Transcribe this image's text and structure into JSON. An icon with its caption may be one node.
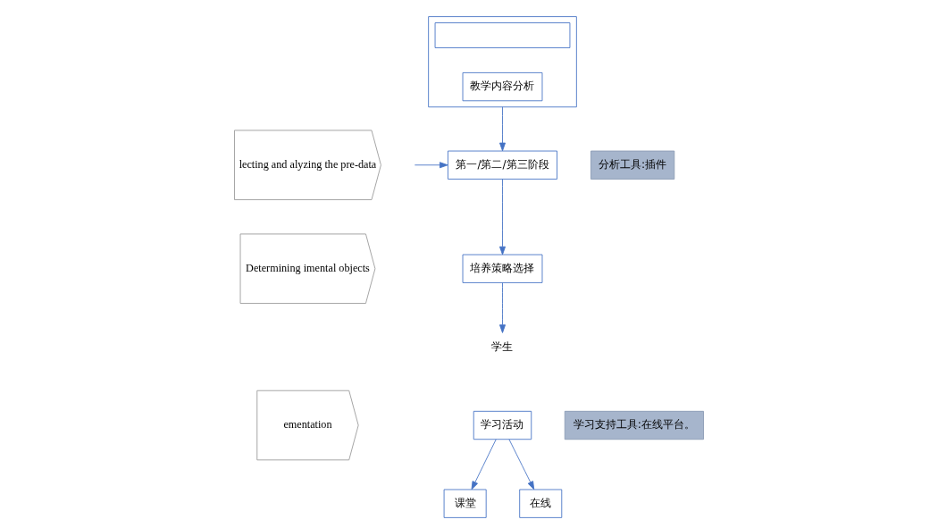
{
  "diagram": {
    "nodes": [
      {
        "text": [
          "lecting and alyzing the pre-data"
        ]
      },
      {
        "text": [
          "Determining imental objects"
        ]
      },
      {
        "text": [
          "ementation"
        ]
      },
      {
        "text": [],
        "shape": "box"
      },
      {
        "text": [],
        "shape": "box",
        "in": 3
      },
      {
        "text": [
          "教学内容分析"
        ],
        "in": 3
      },
      {
        "text": [
          "第一/第二/第三阶段"
        ]
      },
      {
        "text": [
          "培养策略选择"
        ]
      },
      {
        "text": [
          "学生"
        ]
      },
      {
        "text": [
          "学习活动"
        ]
      },
      {
        "text": [
          "课堂"
        ]
      },
      {
        "text": [
          "在线"
        ]
      },
      {
        "text": [
          "分析工具:插件"
        ]
      },
      {
        "text": [
          "学习支持工具:在线平台。"
        ]
      }
    ],
    "edges": [
      {
        "from": 3,
        "to": 6,
        "arrow": "to"
      },
      {
        "from": null,
        "to": 6,
        "arrow": "to"
      },
      {
        "from": 6,
        "to": 7,
        "arrow": "to"
      },
      {
        "from": 7,
        "to": 8,
        "arrow": "to"
      },
      {
        "from": 9,
        "to": 10,
        "arrow": "to"
      },
      {
        "from": 9,
        "to": 11,
        "arrow": "to"
      }
    ]
  }
}
